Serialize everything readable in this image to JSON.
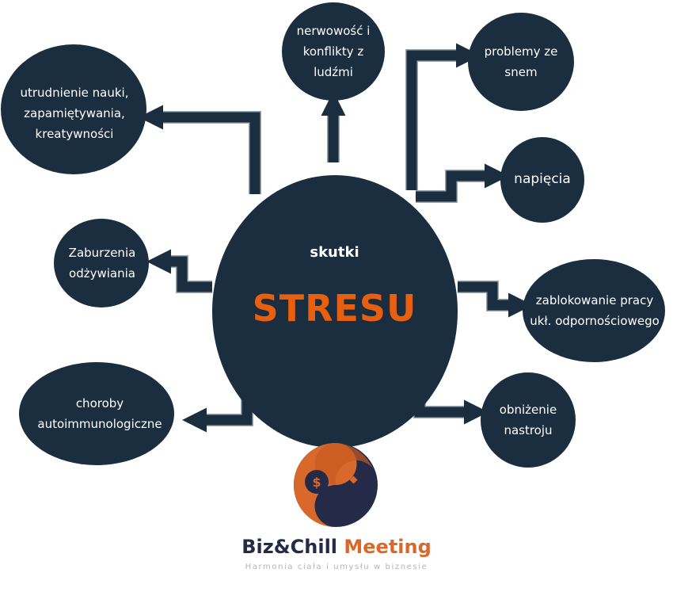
{
  "center": {
    "small": "skutki",
    "big": "STRESU"
  },
  "effects": [
    {
      "id": "nerwowosc",
      "text": "nerwowość i konflikty z ludźmi"
    },
    {
      "id": "sen",
      "text": "problemy ze snem"
    },
    {
      "id": "napiecia",
      "text": "napięcia"
    },
    {
      "id": "odpornosc",
      "text": "zablokowanie pracy ukł. odpornościowego"
    },
    {
      "id": "nastroj",
      "text": "obniżenie nastroju"
    },
    {
      "id": "autoimmuno",
      "text": "choroby autoimmunologiczne"
    },
    {
      "id": "odzywianie",
      "text": "Zaburzenia odżywiania"
    },
    {
      "id": "nauka",
      "text": "utrudnienie nauki, zapamiętywania, kreatywności"
    }
  ],
  "logo": {
    "brand_part1": "Biz&Chill",
    "brand_part2": "Meeting",
    "tagline": "Harmonia ciała i umysłu w biznesie"
  },
  "colors": {
    "navy": "#1b2e3f",
    "accent": "#e8600f"
  }
}
